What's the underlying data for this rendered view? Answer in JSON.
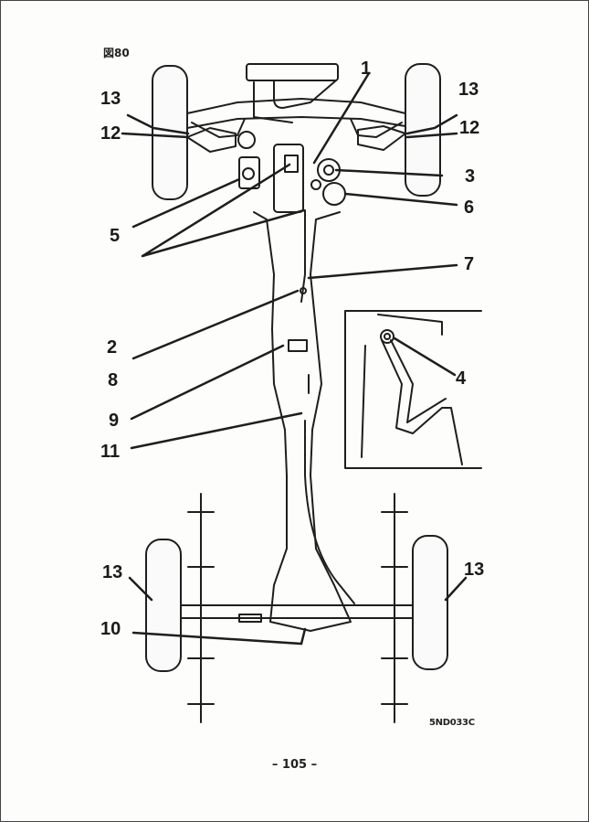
{
  "figure": {
    "label": "図80",
    "code": "5ND033C"
  },
  "page": {
    "number": "– 105 –"
  },
  "callouts": {
    "c1": "1",
    "c2": "2",
    "c3": "3",
    "c4": "4",
    "c5": "5",
    "c6": "6",
    "c7": "7",
    "c8": "8",
    "c9": "9",
    "c10": "10",
    "c11": "11",
    "c12": "12",
    "c13": "13"
  }
}
